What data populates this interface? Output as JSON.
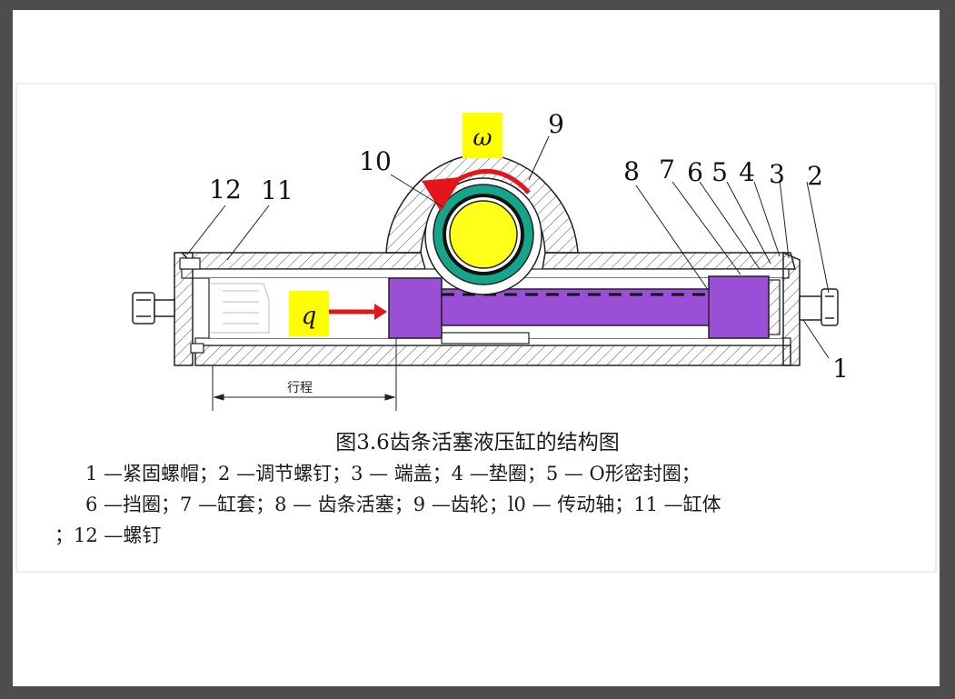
{
  "figure": {
    "omega_symbol": "ω",
    "flow_symbol": "q",
    "stroke_label": "行程",
    "callouts": [
      "1",
      "2",
      "3",
      "4",
      "5",
      "6",
      "7",
      "8",
      "9",
      "10",
      "11",
      "12"
    ],
    "colors": {
      "piston": "#9b4fd6",
      "gear_ring": "#15a58a",
      "shaft": "#ffff1a",
      "arrow": "#e3161b",
      "label_bg": "#ffff00"
    }
  },
  "caption": {
    "title": "图3.6齿条活塞液压缸的结构图",
    "line1": "1 —紧固螺帽；2 —调节螺钉；3 — 端盖；4 —垫圈；5 — O形密封圈；",
    "line2": "6 —挡圈；7 —缸套；8 — 齿条活塞；9 —齿轮；l0 — 传动轴；11 —缸体",
    "line3": "；12 —螺钉"
  }
}
